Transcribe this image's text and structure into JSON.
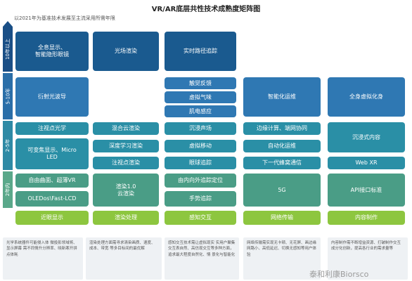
{
  "title": "VR/AR底层共性技术成熟度矩阵图",
  "subtitle": "以2021年为基准技术发展至主流采用所需年限",
  "bands": [
    "10年以上",
    "5-10年",
    "2-5年",
    "2年内"
  ],
  "columns": [
    {
      "category": "近眼显示",
      "desc": "光学系统器件可能侵入体 微投影领域将、显示屏幕 需不同情升分辨率、晓新寒开拼点体耗",
      "boxes": [
        "全息显示、\n智能隐形眼镜",
        "衍射光波导",
        "注视点光学",
        "可变焦显示、Micro\nLED",
        "自由曲面、超薄VR",
        "OLEDos\\Fast-LCD"
      ]
    },
    {
      "category": "渲染处理",
      "desc": "渲染处理方面需寻求清染画质、速度、成本、带宽 等多目标间的最优解",
      "boxes": [
        "光场渲染",
        "混合云渲染",
        "深度学习渲染",
        "注视点渲染",
        "渲染1.0\n云渲染"
      ]
    },
    {
      "category": "感知交互",
      "desc": "感知交互技术需让虚拟现实 实用户聚集交互表自然、高仿现交互等多种方面，追求最大程度自然化、情 景化与智能化",
      "boxes": [
        "实时路径追踪",
        "触觉反馈",
        "虚拟气味",
        "肌电感应",
        "沉浸声场",
        "虚拟移动",
        "眼球追踪",
        "由内向外追踪定位",
        "手势追踪"
      ]
    },
    {
      "category": "网络传输",
      "desc": "网络传输需实现无卡顿、无花屏、画边缘网路小、高低延迟、切换无感知等用户体验",
      "boxes": [
        "智能化运维",
        "边缘计算、端网协同",
        "自动化运维",
        "下一代蜂窝通信",
        "5G"
      ]
    },
    {
      "category": "内容制作",
      "desc": "内容制作需不断增益资源、打破制作交互成分化创新，提高各行业的需求量等",
      "boxes": [
        "全身虚拟化身",
        "沉浸式内容",
        "Web XR",
        "API接口标准"
      ]
    }
  ],
  "watermark": "泰和利康Biorsco"
}
